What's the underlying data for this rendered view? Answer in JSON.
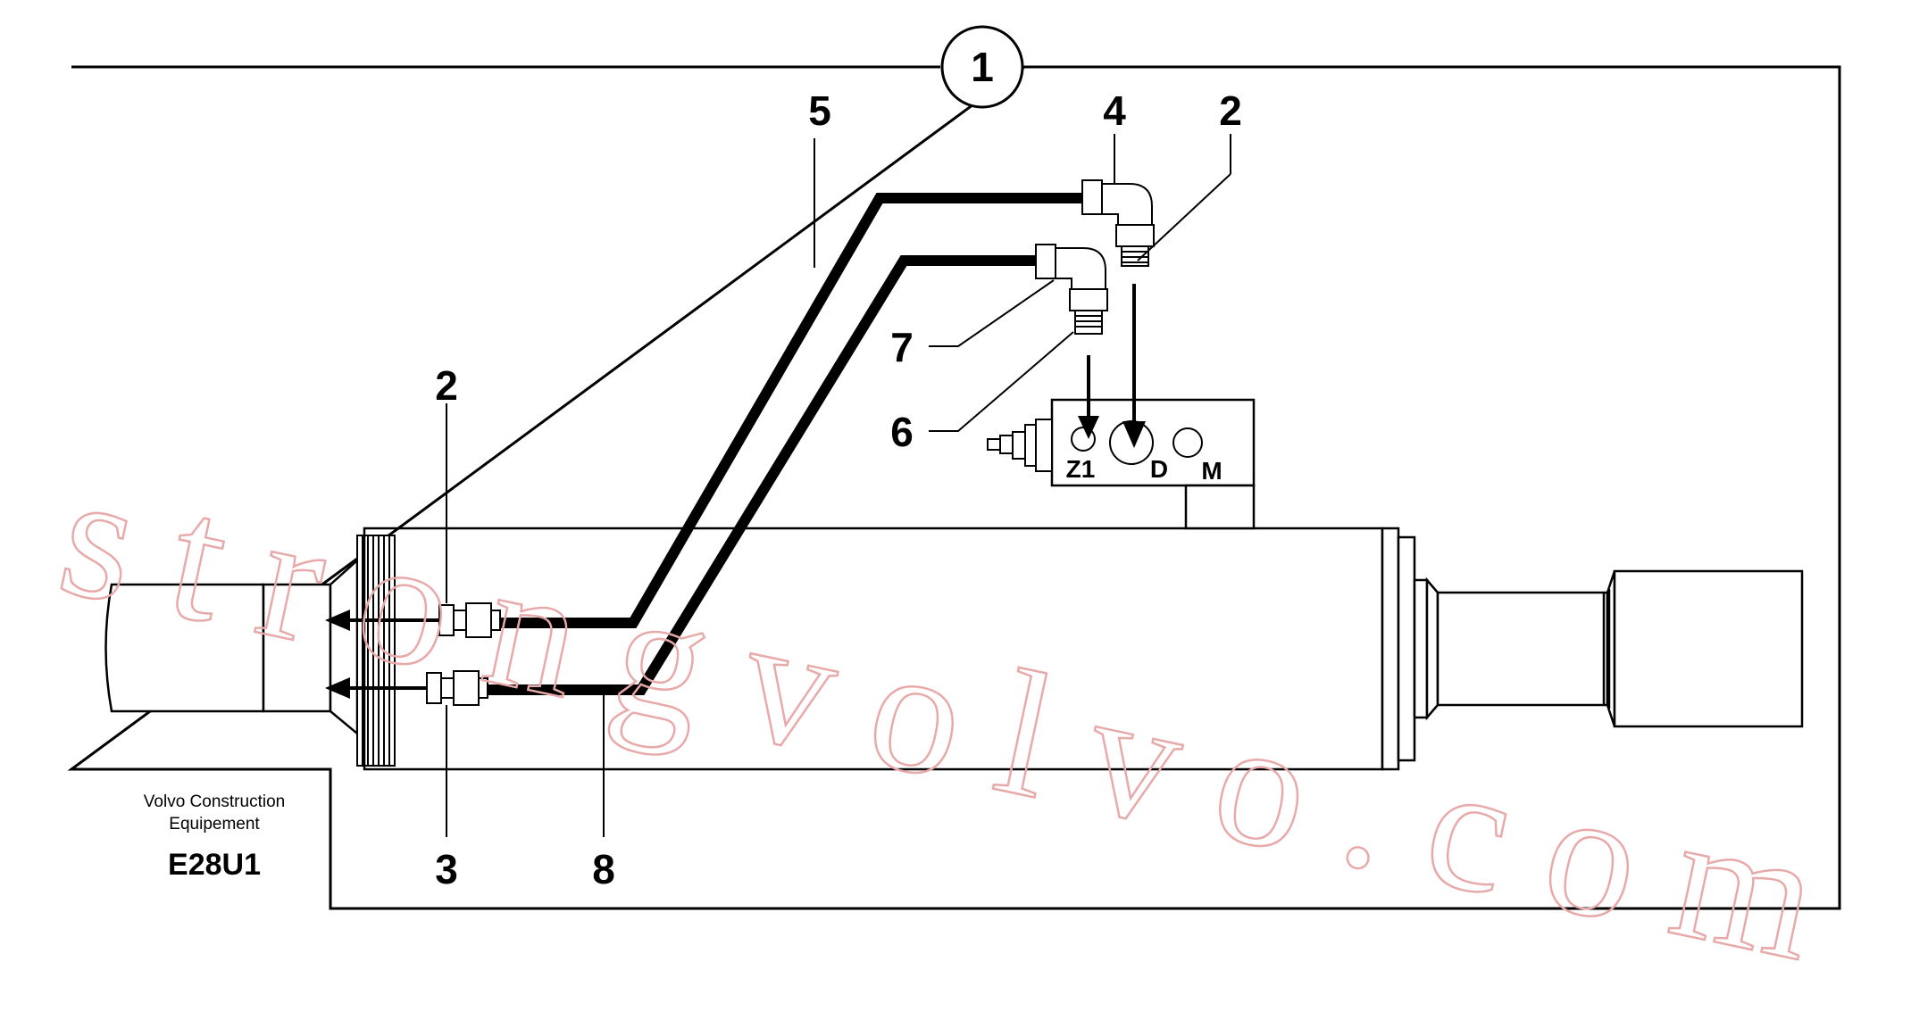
{
  "diagram": {
    "main_callout": "1",
    "callouts": {
      "c2_top": "2",
      "c4": "4",
      "c5": "5",
      "c7": "7",
      "c6": "6",
      "c2_left": "2",
      "c3": "3",
      "c8": "8"
    },
    "ports": {
      "z1": "Z1",
      "d": "D",
      "m": "M"
    },
    "credit_line1": "Volvo Construction",
    "credit_line2": "Equipement",
    "drawing_code": "E28U1",
    "watermark": "strongvolvo.com"
  }
}
